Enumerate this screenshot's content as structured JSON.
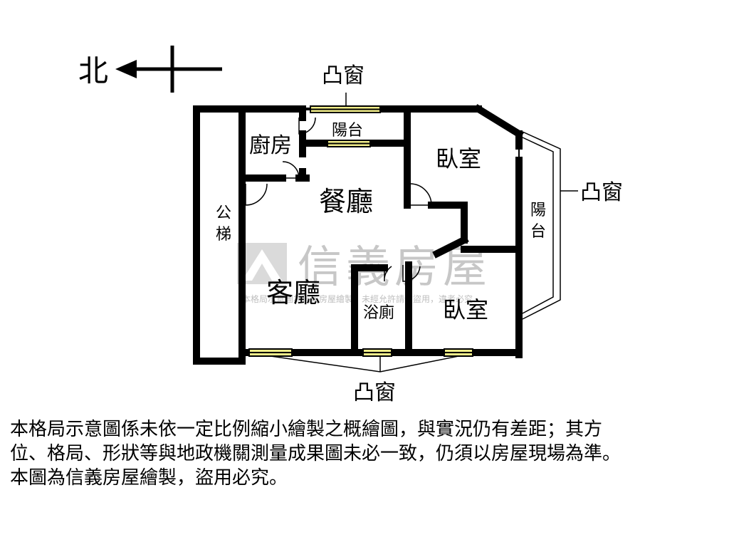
{
  "compass": {
    "north_label": "北"
  },
  "rooms": {
    "kitchen": "廚房",
    "balcony_top": "陽台",
    "dining": "餐廳",
    "bedroom_1": "臥室",
    "balcony_right": "陽台",
    "public_stairs": "公梯",
    "living": "客廳",
    "bathroom": "浴廁",
    "bedroom_2": "臥室"
  },
  "bay_window_labels": {
    "top": "凸窗",
    "right": "凸窗",
    "bottom": "凸窗"
  },
  "watermark": {
    "brand": "信義房屋",
    "notice": "本格局示意圖為信義房屋繪製，未經允許請勿盜用，違者必究"
  },
  "disclaimer": [
    "本格局示意圖係未依一定比例縮小繪製之概繪圖，與實況仍有差距；其方",
    "位、格局、形狀等與地政機關測量成果圖未必一致，仍須以房屋現場為準。",
    "本圖為信義房屋繪製，盜用必究。"
  ],
  "colors": {
    "wall": "#000000",
    "window_fill": "#f2ee8a",
    "watermark": "#9a9a9a"
  }
}
